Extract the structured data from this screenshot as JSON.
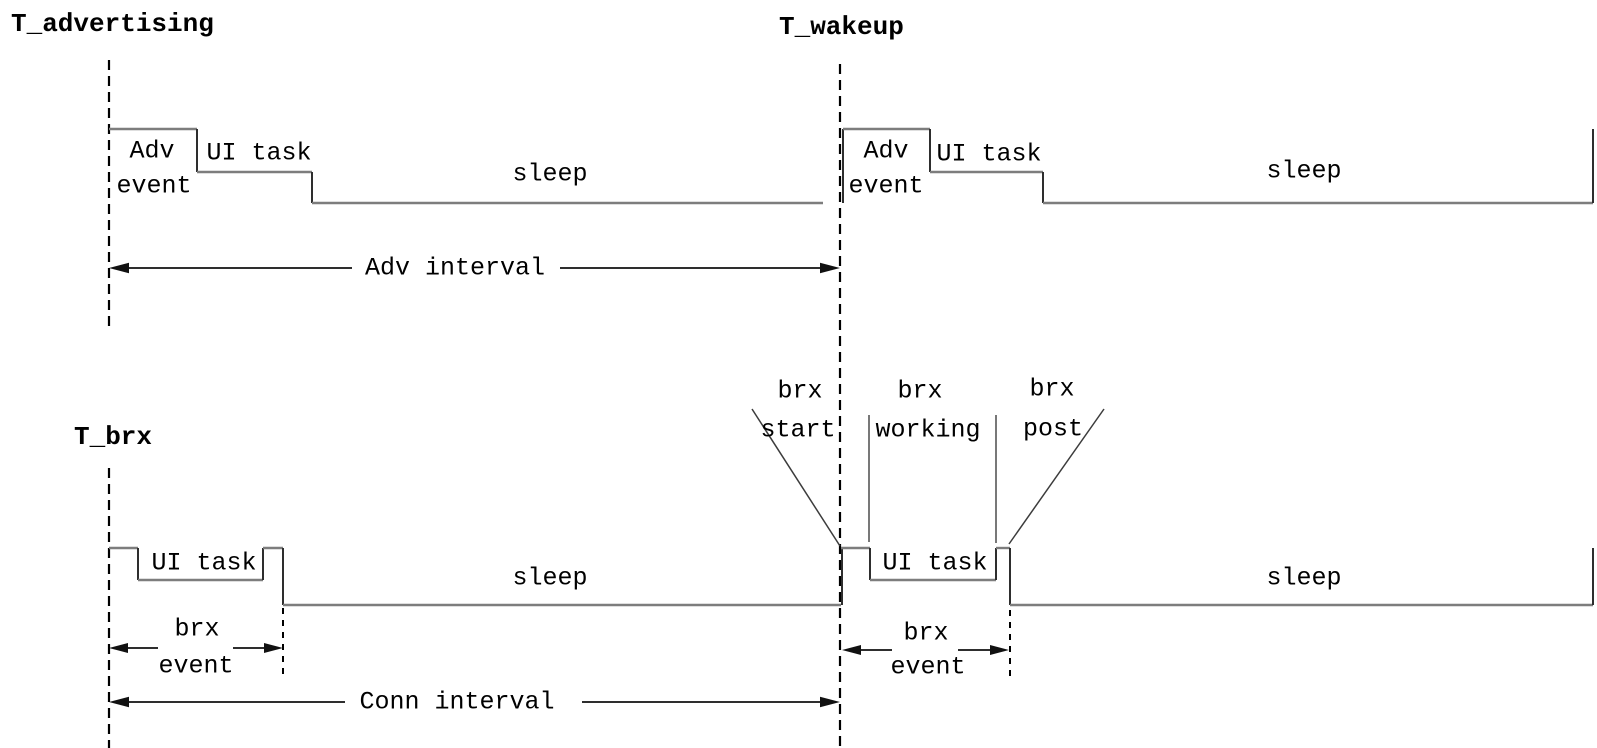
{
  "markers": {
    "t_advertising": "T_advertising",
    "t_wakeup": "T_wakeup",
    "t_brx": "T_brx"
  },
  "adv_timeline": {
    "adv_event_line1": "Adv",
    "adv_event_line2": "event",
    "ui_task": "UI task",
    "sleep": "sleep",
    "interval": "Adv interval"
  },
  "brx_timeline": {
    "ui_task": "UI task",
    "sleep": "sleep",
    "interval": "Conn interval",
    "event_word1": "brx",
    "event_word2": "event",
    "start_line1": "brx",
    "start_line2": "start",
    "working_line1": "brx",
    "working_line2": "working",
    "post_line1": "brx",
    "post_line2": "post"
  },
  "colors": {
    "waveform_horizontal": "#7d7d7d",
    "waveform_vertical": "#2e2e2e",
    "ink": "#000000",
    "background": "#ffffff"
  }
}
